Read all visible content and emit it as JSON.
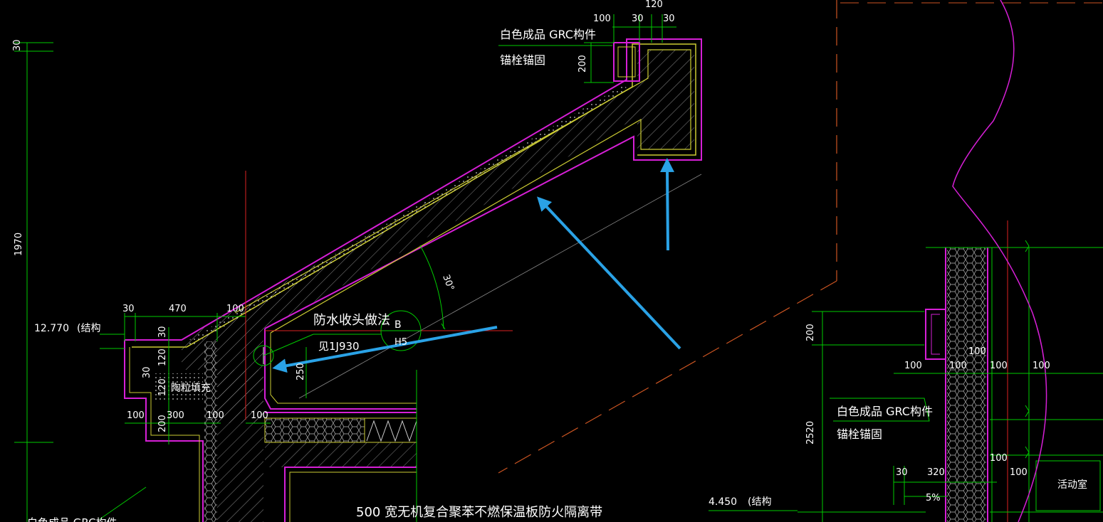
{
  "colors": {
    "background": "#000000",
    "dimension_line": "#00cc00",
    "membrane": "#d61fd6",
    "insulation": "#cccc33",
    "concrete_hatch": "#bbbbbb",
    "section_line": "#dd2222",
    "slope_line": "#cc5522",
    "arrow": "#2aa2e6",
    "text": "#ffffff"
  },
  "dimensions": {
    "top_120": "120",
    "top_100": "100",
    "top_30a": "30",
    "top_30b": "30",
    "grc_200": "200",
    "left_30": "30",
    "left_1970": "1970",
    "d30": "30",
    "d470": "470",
    "d100a": "100",
    "v30": "30",
    "v120a": "120",
    "v120b": "120",
    "v30b": "30",
    "v250": "250",
    "d100b": "100",
    "d300": "300",
    "d100c": "100",
    "d100d": "100",
    "v200": "200",
    "angle": "30°",
    "r200": "200",
    "r2520": "2520",
    "r100a": "100",
    "r100b": "100",
    "r100c": "100",
    "r100d": "100",
    "r100e": "100",
    "r100f": "100",
    "r30": "30",
    "r320": "320",
    "r100g": "100",
    "slope": "5%"
  },
  "labels": {
    "grc_top_line1": "白色成品 GRC构件",
    "grc_top_line2": "锚栓锚固",
    "elev_left": "12.770",
    "elev_left_note": "(结构",
    "waterproof": "防水收头做法",
    "see_ref": "见1J930",
    "detail_letter": "B",
    "detail_page": "H5",
    "ceramsite": "陶粒填充",
    "grc_right_line1": "白色成品 GRC构件",
    "grc_right_line2": "锚栓锚固",
    "elev_right": "4.450",
    "elev_right_note": "(结构",
    "room": "活动室",
    "bottom_band": "500  宽无机复合聚苯不燃保温板防火隔离带",
    "bottom_left_grc": "白色成品 GRC构件"
  }
}
